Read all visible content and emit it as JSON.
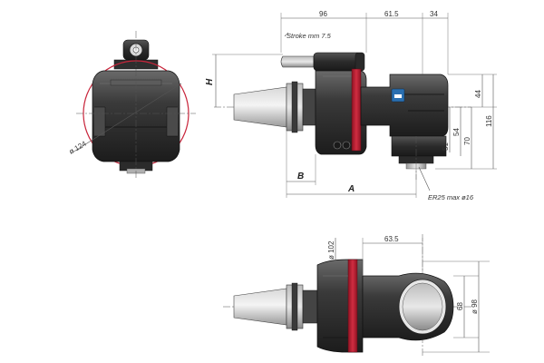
{
  "drawing": {
    "top_view": {
      "dims": {
        "d96": "96",
        "d61_5": "61.5",
        "d34": "34",
        "stroke": "Stroke mm 7.5",
        "H": "H",
        "d44": "44",
        "d116": "116",
        "d70": "70",
        "d54": "54",
        "d51": "51",
        "B": "B",
        "A": "A",
        "er25": "ER25 max ø16"
      },
      "logo_color": "#2a6fb0"
    },
    "side_view": {
      "dims": {
        "d124": "ø 124"
      },
      "accent_color": "#c8243a"
    },
    "bottom_view": {
      "dims": {
        "d102": "ø 102",
        "d63_5": "63.5",
        "d68": "68",
        "d98": "ø 98"
      }
    }
  }
}
